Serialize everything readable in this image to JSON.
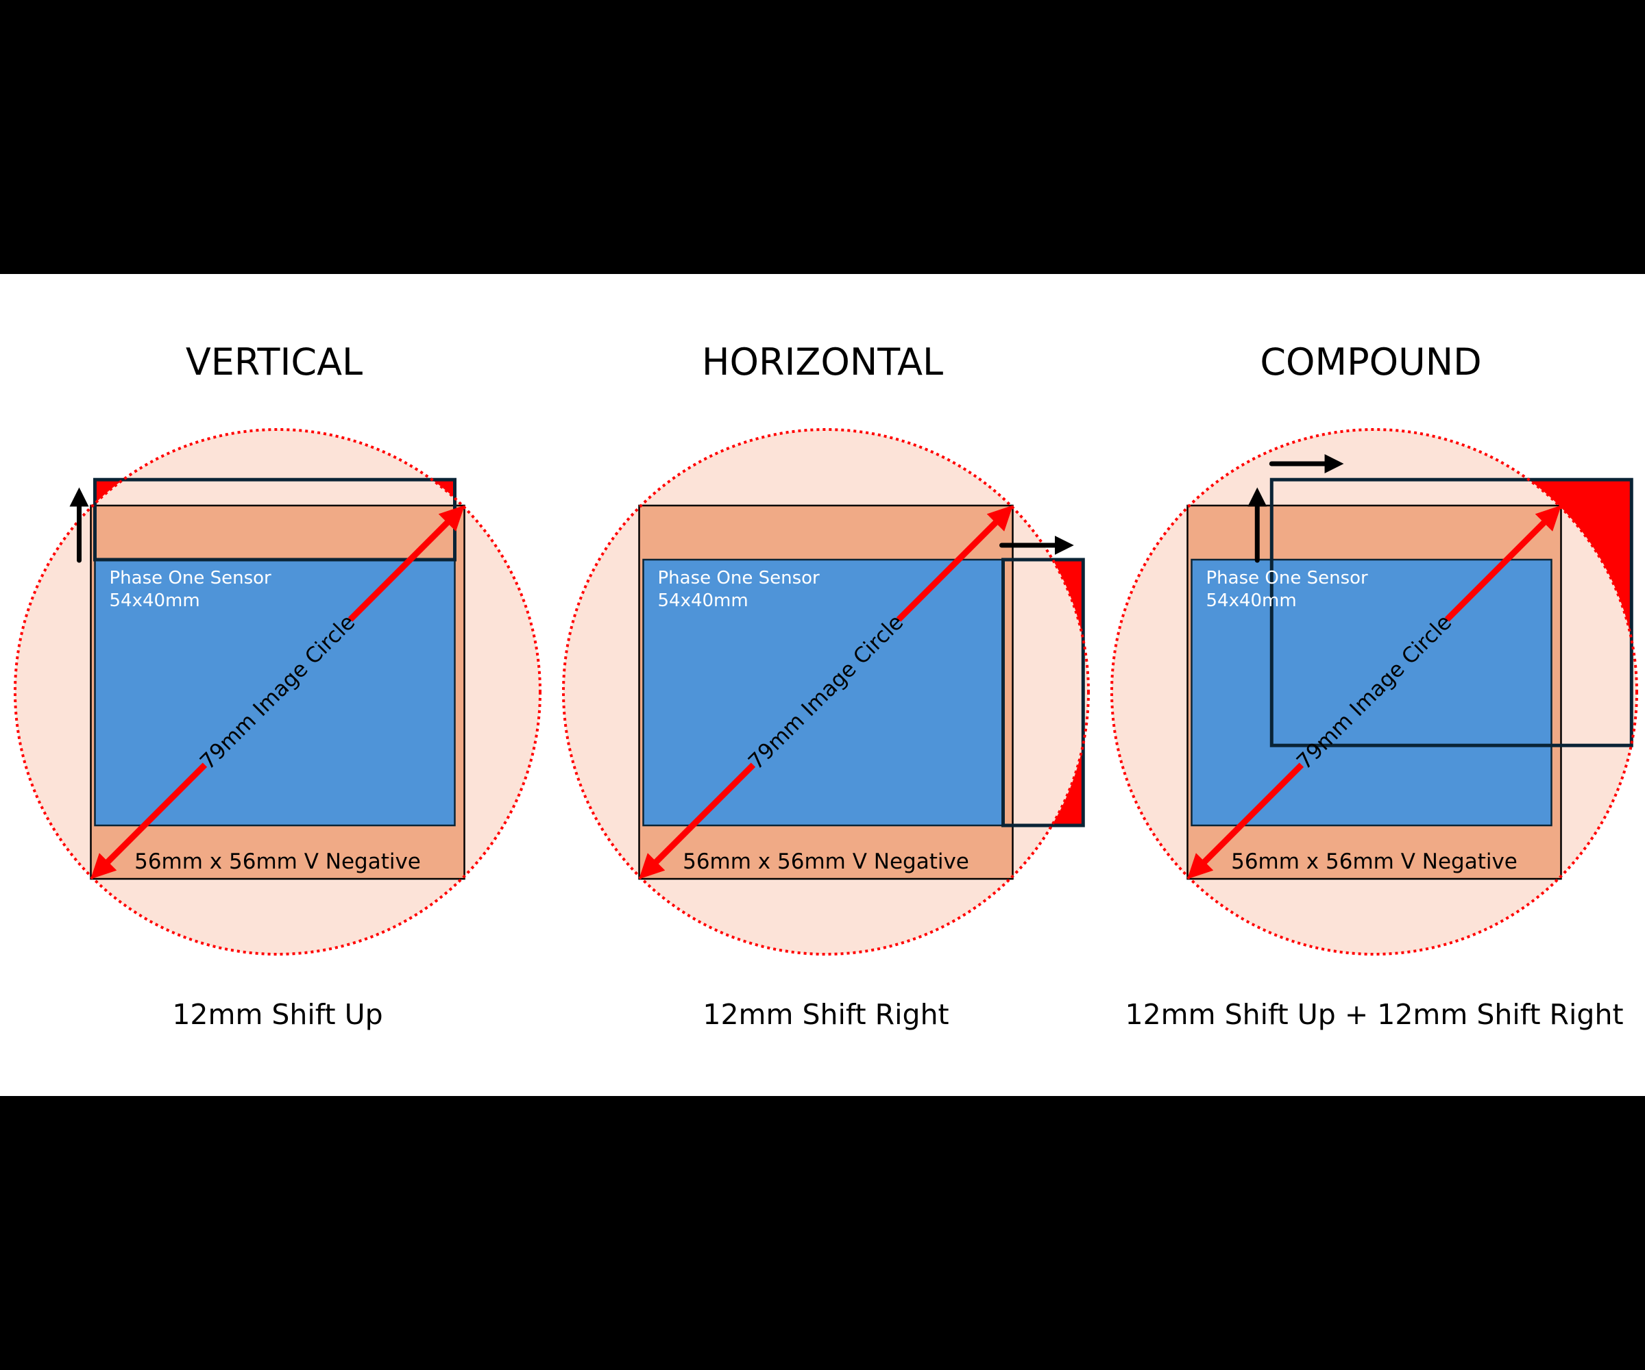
{
  "figure": {
    "colors": {
      "background_band": "#000000",
      "canvas": "#ffffff",
      "image_circle_fill": "#fce3d8",
      "image_circle_stroke": "#ff0000",
      "negative_fill": "#f0aa86",
      "negative_stroke": "#000000",
      "sensor_fill": "#4f94d8",
      "sensor_stroke": "#0a2436",
      "vignette_fill": "#ff0000",
      "diagonal_arrow": "#ff0000",
      "shift_arrow": "#000000"
    },
    "shift_mm": 12,
    "negative_mm": 56,
    "image_circle_mm": 79,
    "sensor_mm": [
      54,
      40
    ],
    "panels": [
      {
        "id": "vertical",
        "title": "VERTICAL",
        "caption": "12mm Shift Up",
        "sensor_label_line1": "Phase One Sensor",
        "sensor_label_line2": "54x40mm",
        "negative_label": "56mm x 56mm V Negative",
        "circle_label": "79mm Image Circle",
        "shift_up": true,
        "shift_right": false,
        "shift_arrows": [
          "arrow-up-icon"
        ]
      },
      {
        "id": "horizontal",
        "title": "HORIZONTAL",
        "caption": "12mm Shift Right",
        "sensor_label_line1": "Phase One Sensor",
        "sensor_label_line2": "54x40mm",
        "negative_label": "56mm x 56mm V Negative",
        "circle_label": "79mm Image Circle",
        "shift_up": false,
        "shift_right": true,
        "shift_arrows": [
          "arrow-right-icon"
        ]
      },
      {
        "id": "compound",
        "title": "COMPOUND",
        "caption": "12mm Shift Up + 12mm Shift Right",
        "sensor_label_line1": "Phase One Sensor",
        "sensor_label_line2": "54x40mm",
        "negative_label": "56mm x 56mm V Negative",
        "circle_label": "79mm Image Circle",
        "shift_up": true,
        "shift_right": true,
        "shift_arrows": [
          "arrow-up-icon",
          "arrow-right-icon"
        ]
      }
    ]
  }
}
